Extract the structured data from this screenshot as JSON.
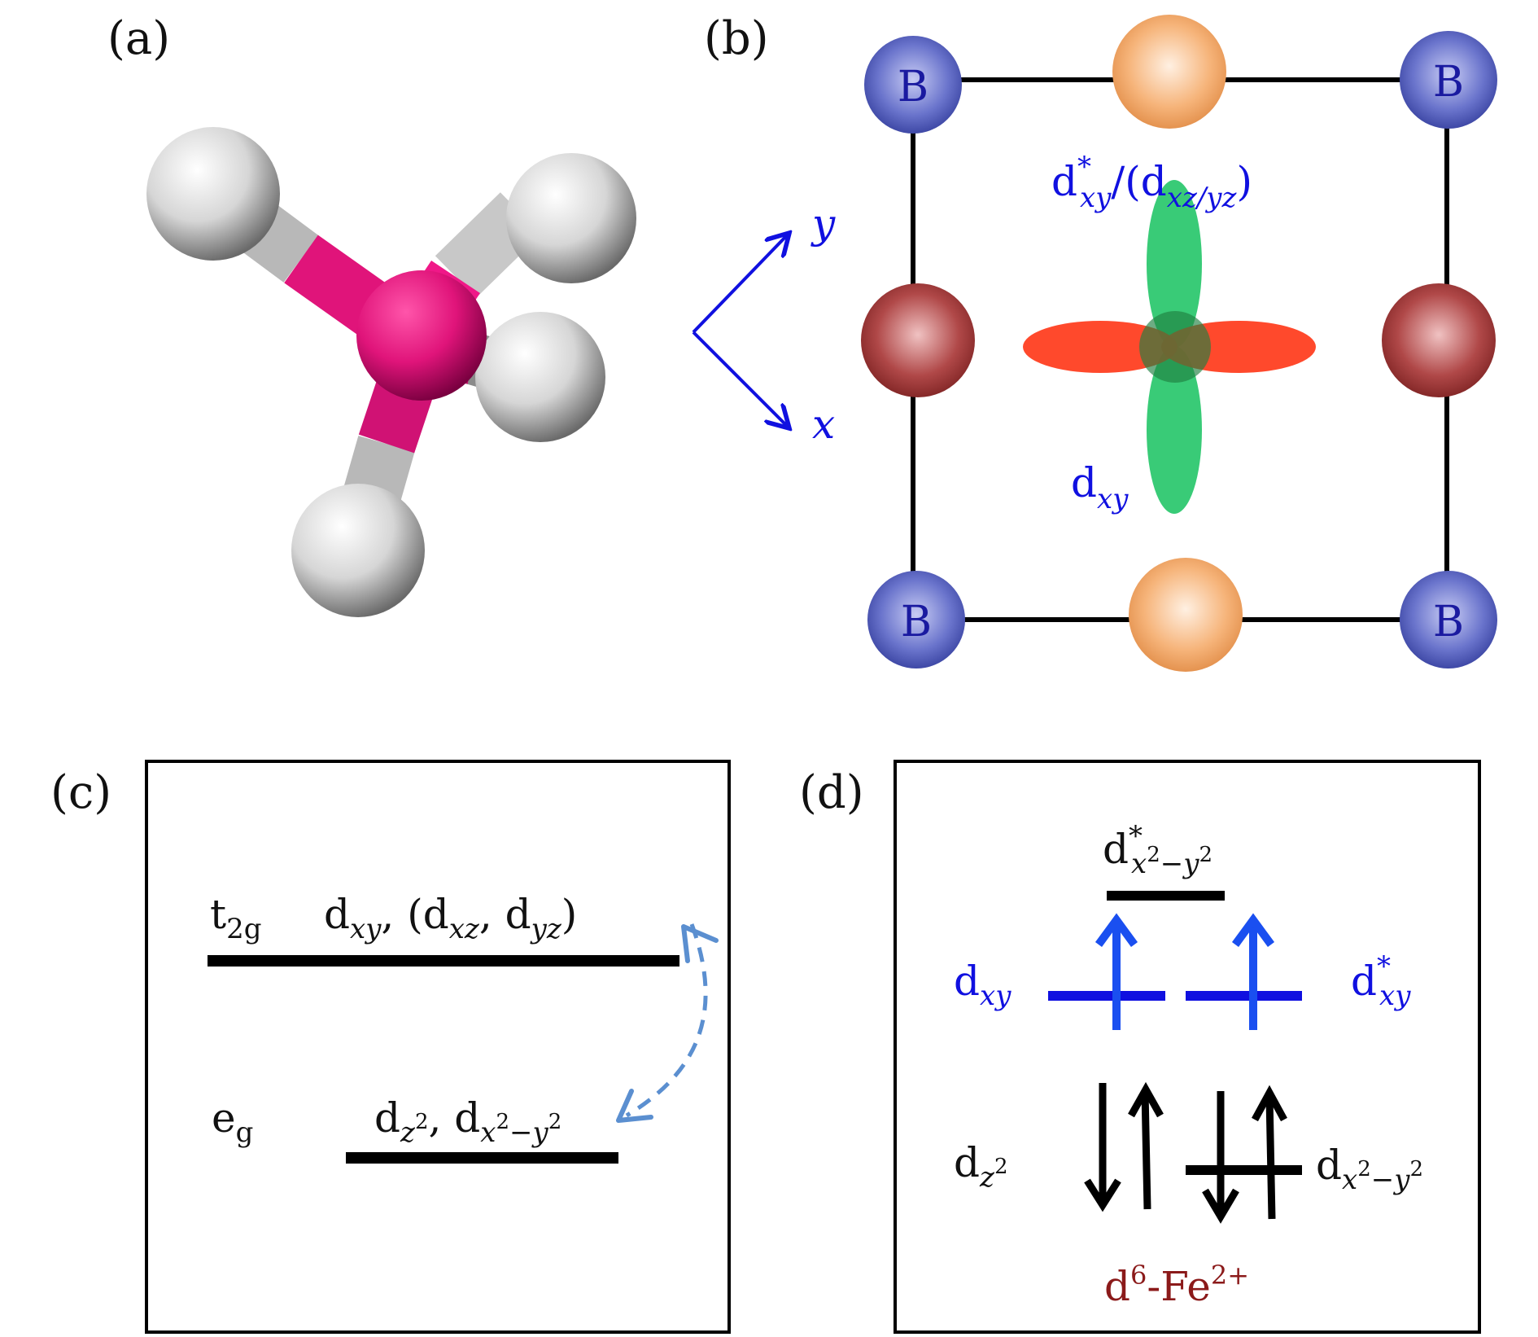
{
  "panels": {
    "a": {
      "label": "(a)"
    },
    "b": {
      "label": "(b)",
      "corner_atom_label": "B",
      "axis_x": "x",
      "axis_y": "y",
      "orbital_top_d": "d",
      "orbital_top_star": "*",
      "orbital_top_sub": "xy",
      "orbital_top_paren_open": "/(d",
      "orbital_top_sub2": "xz/yz",
      "orbital_top_paren_close": ")",
      "orbital_bottom_d": "d",
      "orbital_bottom_sub": "xy"
    },
    "c": {
      "label": "(c)",
      "t2g_t": "t",
      "t2g_sub": "2g",
      "t2g_orbitals": {
        "d1": "d",
        "s1": "xy",
        "sep1": ", (d",
        "s2": "xz",
        "sep2": ", d",
        "s3": "yz",
        "close": ")"
      },
      "eg_e": "e",
      "eg_sub": "g",
      "eg_orbitals": {
        "d1": "d",
        "s1": "z",
        "sup1": "2",
        "sep": ", d",
        "s2": "x",
        "sup2": "2",
        "s2b": "−y",
        "sup3": "2"
      }
    },
    "d": {
      "label": "(d)",
      "top_d": "d",
      "top_star": "*",
      "top_s": "x",
      "top_sup1": "2",
      "top_s2": "−y",
      "top_sup2": "2",
      "mid_left_d": "d",
      "mid_left_sub": "xy",
      "mid_right_d": "d",
      "mid_right_star": "*",
      "mid_right_sub": "xy",
      "low_left_d": "d",
      "low_left_sub": "z",
      "low_left_sup": "2",
      "low_right_d": "d",
      "low_right_s": "x",
      "low_right_sup1": "2",
      "low_right_s2": "−y",
      "low_right_sup2": "2",
      "ion_d": "d",
      "ion_sup": "6",
      "ion_fe": "-Fe",
      "ion_charge": "2+"
    }
  },
  "colors": {
    "atom_fe": "#e0147a",
    "atom_h": "#d8d8d8",
    "atom_b": "#4a56c0",
    "atom_orange": "#f0a868",
    "atom_red": "#a83030",
    "orbital_green": "#2ec870",
    "orbital_red": "#ff3a1a",
    "blue_text": "#1010e0",
    "dashed_arrow": "#5b8fd0",
    "ion_text": "#8b1a1a"
  }
}
